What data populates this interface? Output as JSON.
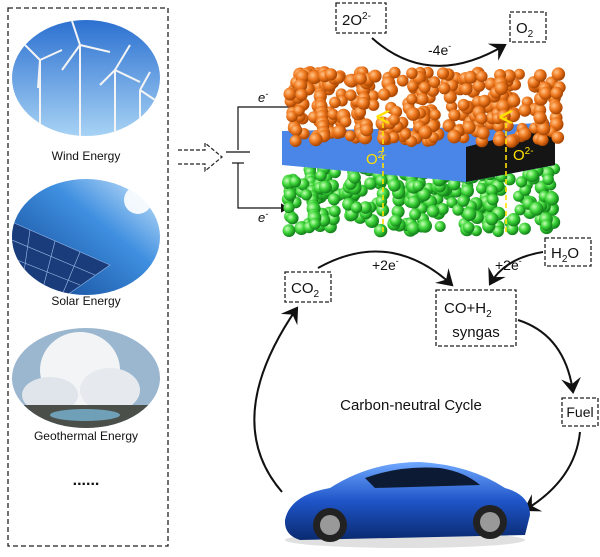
{
  "energy_sources": [
    {
      "label": "Wind Energy"
    },
    {
      "label": "Solar Energy"
    },
    {
      "label": "Geothermal Energy"
    }
  ],
  "more": "......",
  "electrons": {
    "top": "e",
    "bottom": "e",
    "sup": "-"
  },
  "oxide_ion": {
    "base": "O",
    "sup": "2-"
  },
  "top_reaction": {
    "reactant_base": "2O",
    "reactant_sup": "2-",
    "product_base": "O",
    "product_sub": "2",
    "electron_label": "-4e",
    "electron_sup": "-"
  },
  "cycle": {
    "co2": {
      "base": "CO",
      "sub": "2"
    },
    "h2o": {
      "a": "H",
      "sub": "2",
      "b": "O"
    },
    "syngas": {
      "line1a": "CO+H",
      "line1sub": "2",
      "line2": "syngas"
    },
    "fuel": "Fuel",
    "plus_e_left": "+2e",
    "plus_e_right": "+2e",
    "sup": "-",
    "title": "Carbon-neutral Cycle"
  },
  "colors": {
    "anode": "#f07a20",
    "cathode": "#3fd63a",
    "electrolyte": "#4a86e8",
    "ion_path": "#ffe000"
  }
}
